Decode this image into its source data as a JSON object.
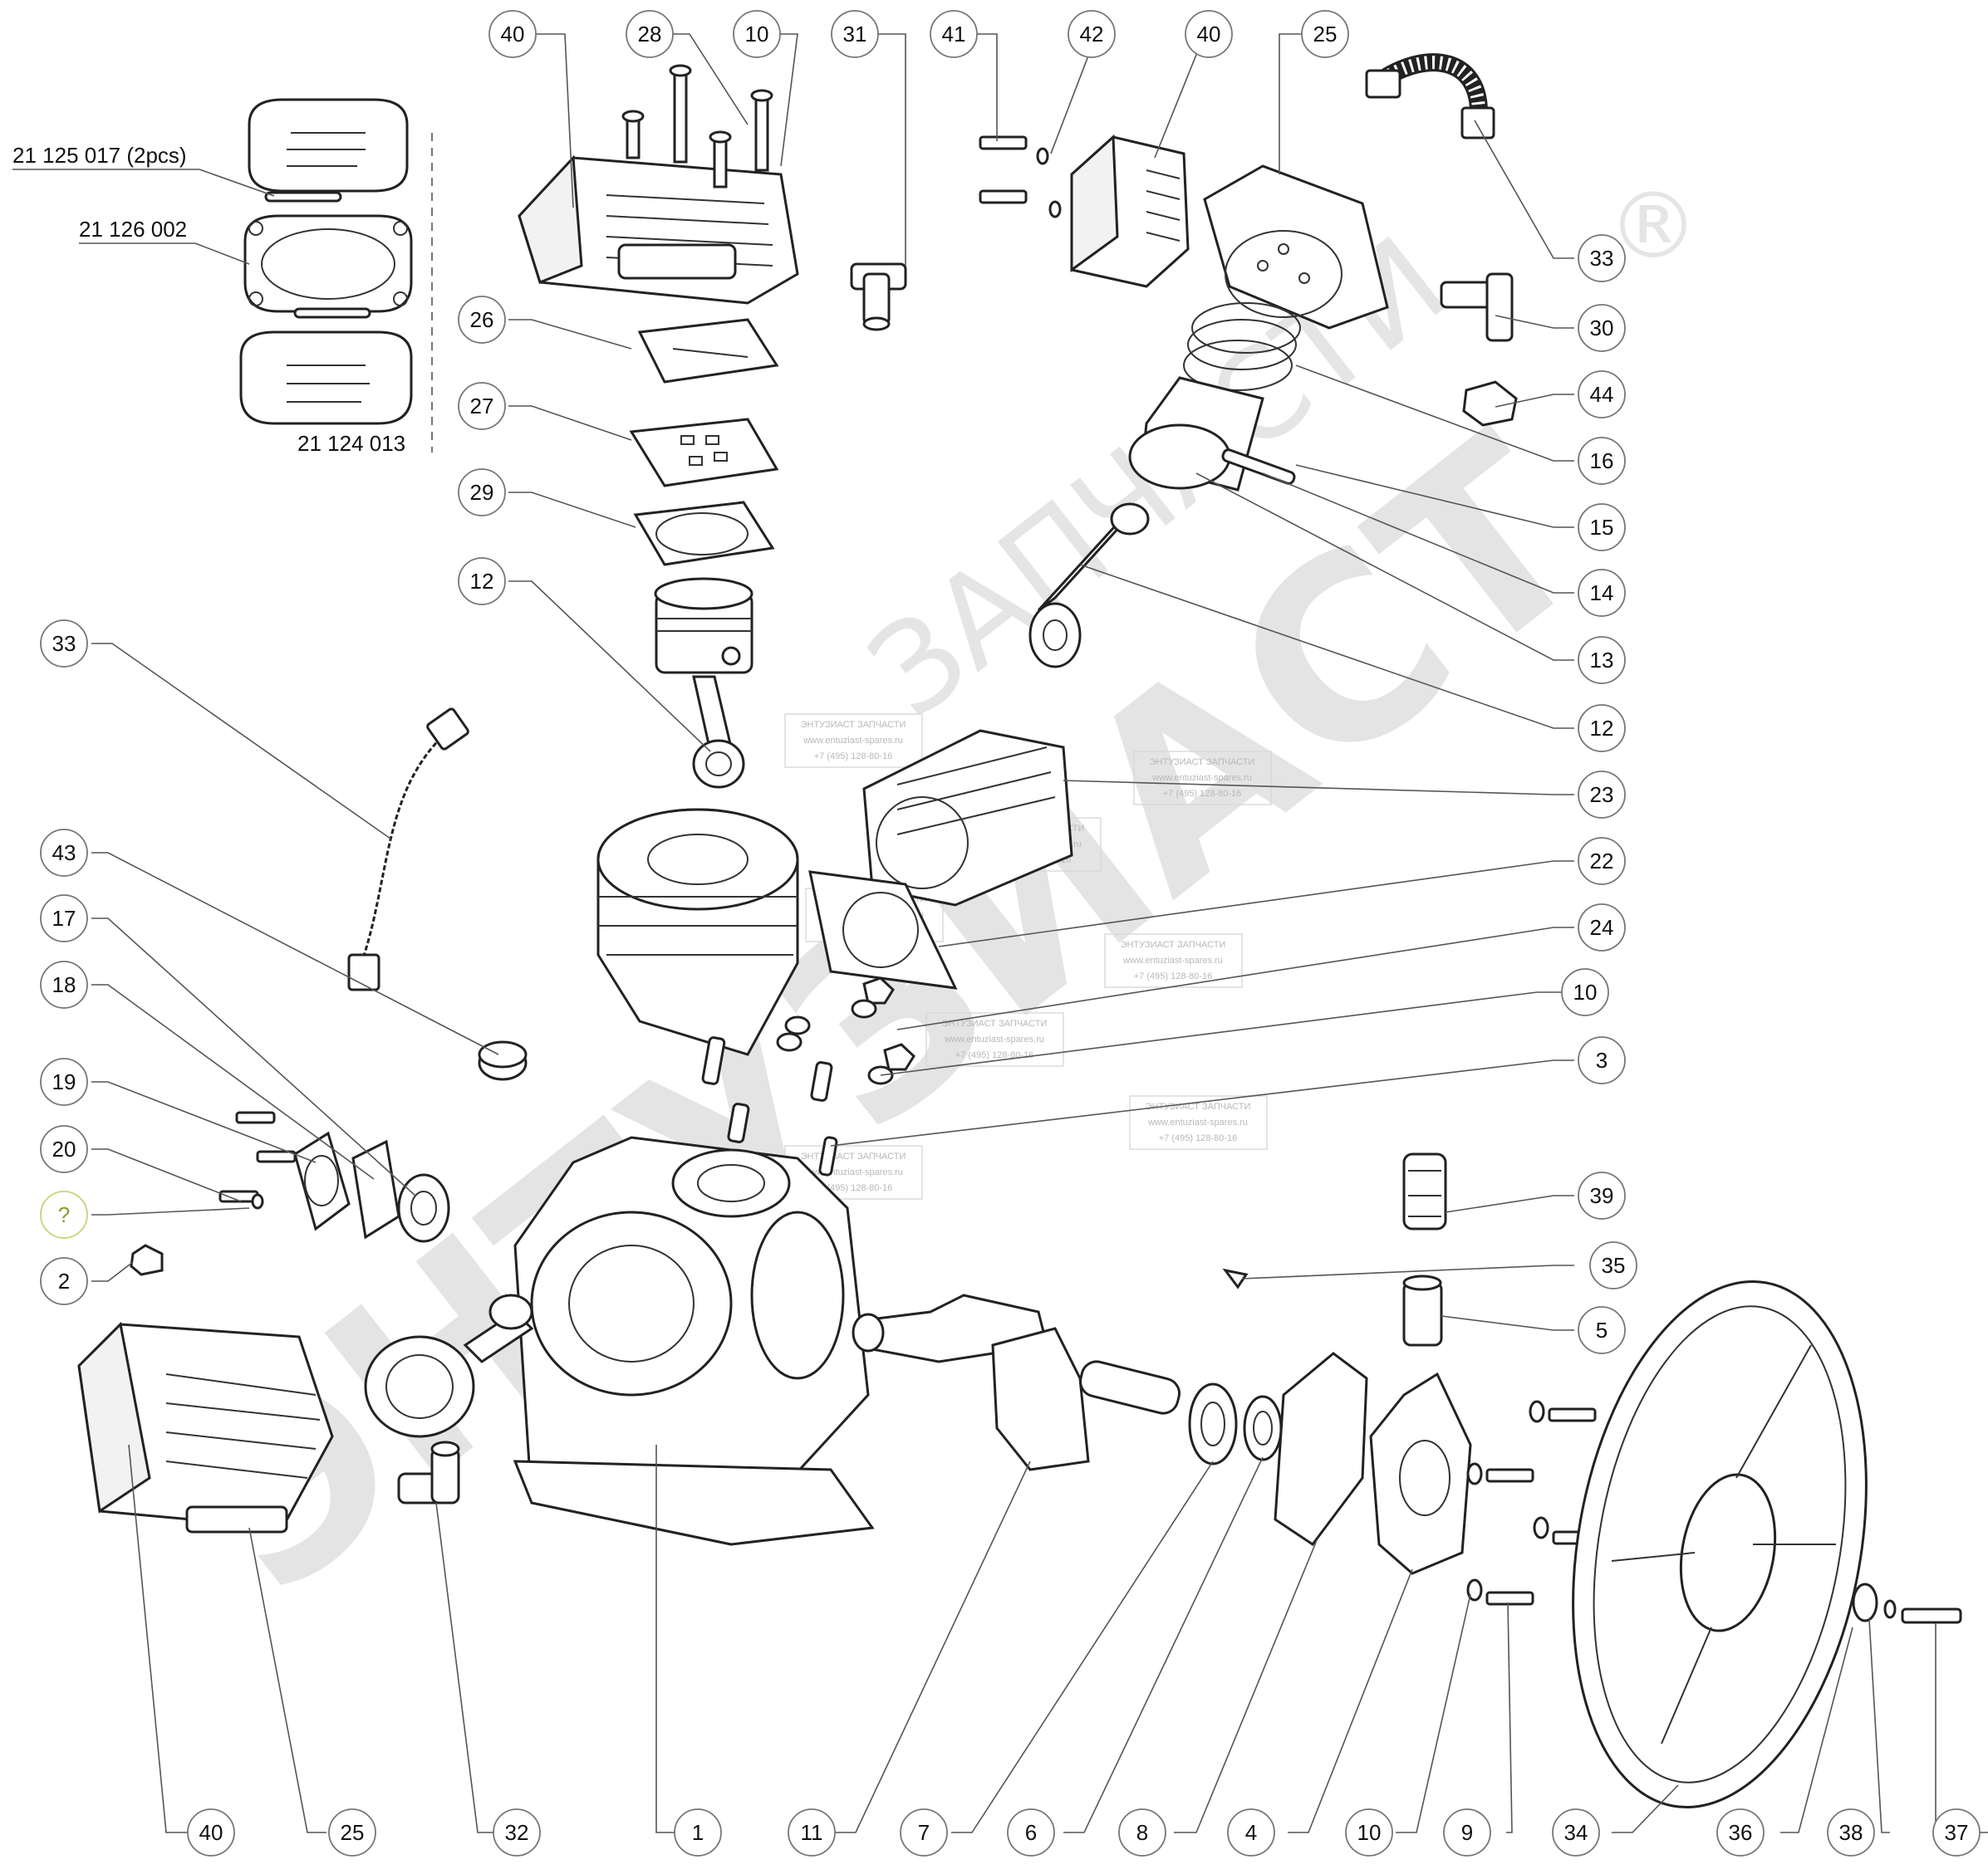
{
  "title": "",
  "watermark": {
    "brand": "ЭНТУЗИАСТ",
    "sub": "ЗАПЧАСТИ",
    "registered": "®",
    "color": "#cfcfcf"
  },
  "watermark_stamp": {
    "name": "ЭНТУЗИАСТ ЗАПЧАСТИ",
    "site": "www.entuziast-spares.ru",
    "phone": "+7 (495) 128-80-16"
  },
  "part_numbers": {
    "valve_gaskets": "21 125 017 (2pcs)",
    "head_gasket": "21 126 002",
    "valve_plate": "21 124 013"
  },
  "callouts": {
    "c40_top_a": "40",
    "c28": "28",
    "c10_top": "10",
    "c31": "31",
    "c41": "41",
    "c42": "42",
    "c40_top_b": "40",
    "c25_top": "25",
    "c26": "26",
    "c27": "27",
    "c29": "29",
    "c12_left": "12",
    "c33_left": "33",
    "c43": "43",
    "c17": "17",
    "c18": "18",
    "c19": "19",
    "c20": "20",
    "c_unknown": "?",
    "c2": "2",
    "c33_right": "33",
    "c30": "30",
    "c44": "44",
    "c16": "16",
    "c15": "15",
    "c14": "14",
    "c13": "13",
    "c12_right": "12",
    "c23": "23",
    "c22": "22",
    "c24": "24",
    "c10_mid": "10",
    "c3": "3",
    "c39": "39",
    "c35": "35",
    "c5": "5",
    "c40_bottom": "40",
    "c25_bottom": "25",
    "c32": "32",
    "c1": "1",
    "c11": "11",
    "c7": "7",
    "c6": "6",
    "c8": "8",
    "c4": "4",
    "c10_bottom": "10",
    "c9": "9",
    "c34": "34",
    "c36": "36",
    "c38": "38",
    "c37": "37"
  }
}
